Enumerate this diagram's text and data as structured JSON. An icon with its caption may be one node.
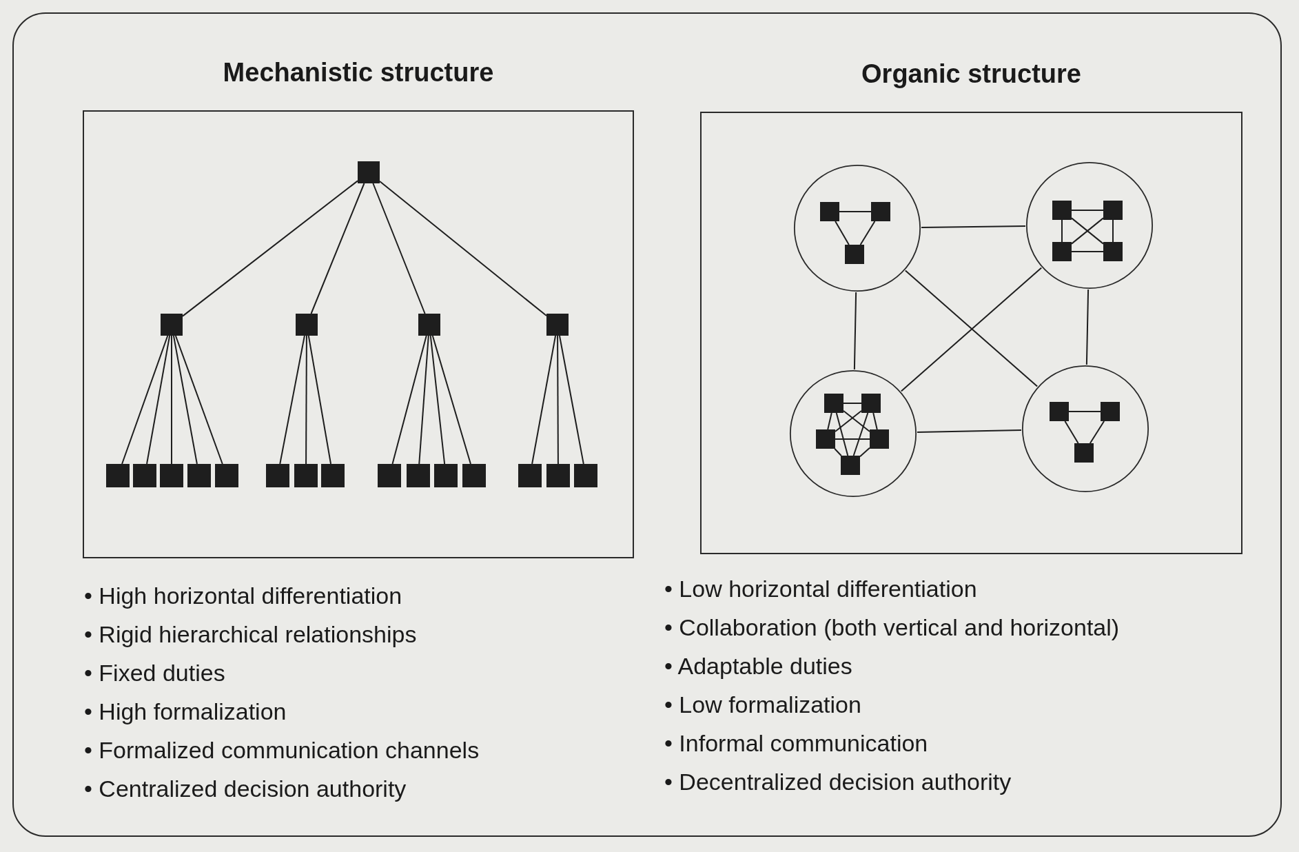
{
  "diagram": {
    "nodes": [
      {
        "text": [
          "Mechanistic structure"
        ],
        "beside": [
          "• High horizontal differentiation",
          "• Rigid hierarchical relationships",
          "• Fixed duties",
          "• High formalization",
          "• Formalized communication channels",
          "• Centralized decision authority"
        ]
      },
      {
        "text": [],
        "shape": "box",
        "in": 0
      },
      {
        "text": [],
        "shape": "box",
        "in": 0
      },
      {
        "text": [],
        "shape": "box",
        "in": 0
      },
      {
        "text": [],
        "shape": "box",
        "in": 0
      },
      {
        "text": [],
        "shape": "box",
        "in": 0
      },
      {
        "text": [],
        "shape": "box",
        "in": 0
      },
      {
        "text": [],
        "shape": "box",
        "in": 0
      },
      {
        "text": [],
        "shape": "box",
        "in": 0
      },
      {
        "text": [],
        "shape": "box",
        "in": 0
      },
      {
        "text": [],
        "shape": "box",
        "in": 0
      },
      {
        "text": [],
        "shape": "box",
        "in": 0
      },
      {
        "text": [],
        "shape": "box",
        "in": 0
      },
      {
        "text": [],
        "shape": "box",
        "in": 0
      },
      {
        "text": [],
        "shape": "box",
        "in": 0
      },
      {
        "text": [],
        "shape": "box",
        "in": 0
      },
      {
        "text": [],
        "shape": "box",
        "in": 0
      },
      {
        "text": [],
        "shape": "box",
        "in": 0
      },
      {
        "text": [],
        "shape": "box",
        "in": 0
      },
      {
        "text": [],
        "shape": "box",
        "in": 0
      },
      {
        "text": [],
        "shape": "box",
        "in": 0
      },
      {
        "text": [
          "Organic structure"
        ],
        "beside": [
          "• Low horizontal differentiation",
          "• Collaboration (both vertical and horizontal)",
          "• Adaptable duties",
          "• Low formalization",
          "• Informal communication",
          "• Decentralized decision authority"
        ]
      },
      {
        "text": [],
        "shape": "circle",
        "in": 21
      },
      {
        "text": [],
        "shape": "box",
        "in": 22
      },
      {
        "text": [],
        "shape": "box",
        "in": 22
      },
      {
        "text": [],
        "shape": "box",
        "in": 22
      },
      {
        "text": [],
        "shape": "circle",
        "in": 21
      },
      {
        "text": [],
        "shape": "box",
        "in": 26
      },
      {
        "text": [],
        "shape": "box",
        "in": 26
      },
      {
        "text": [],
        "shape": "box",
        "in": 26
      },
      {
        "text": [],
        "shape": "box",
        "in": 26
      },
      {
        "text": [],
        "shape": "circle",
        "in": 21
      },
      {
        "text": [],
        "shape": "box",
        "in": 31
      },
      {
        "text": [],
        "shape": "box",
        "in": 31
      },
      {
        "text": [],
        "shape": "box",
        "in": 31
      },
      {
        "text": [],
        "shape": "box",
        "in": 31
      },
      {
        "text": [],
        "shape": "box",
        "in": 31
      },
      {
        "text": [],
        "shape": "circle",
        "in": 21
      },
      {
        "text": [],
        "shape": "box",
        "in": 37
      },
      {
        "text": [],
        "shape": "box",
        "in": 37
      },
      {
        "text": [],
        "shape": "box",
        "in": 37
      }
    ],
    "edges": [
      {
        "from": 1,
        "to": 2,
        "arrow": "none"
      },
      {
        "from": 1,
        "to": 3,
        "arrow": "none"
      },
      {
        "from": 1,
        "to": 4,
        "arrow": "none"
      },
      {
        "from": 1,
        "to": 5,
        "arrow": "none"
      },
      {
        "from": 2,
        "to": 6,
        "arrow": "none"
      },
      {
        "from": 2,
        "to": 7,
        "arrow": "none"
      },
      {
        "from": 2,
        "to": 8,
        "arrow": "none"
      },
      {
        "from": 2,
        "to": 9,
        "arrow": "none"
      },
      {
        "from": 2,
        "to": 10,
        "arrow": "none"
      },
      {
        "from": 3,
        "to": 11,
        "arrow": "none"
      },
      {
        "from": 3,
        "to": 12,
        "arrow": "none"
      },
      {
        "from": 3,
        "to": 13,
        "arrow": "none"
      },
      {
        "from": 4,
        "to": 14,
        "arrow": "none"
      },
      {
        "from": 4,
        "to": 15,
        "arrow": "none"
      },
      {
        "from": 4,
        "to": 16,
        "arrow": "none"
      },
      {
        "from": 4,
        "to": 17,
        "arrow": "none"
      },
      {
        "from": 5,
        "to": 18,
        "arrow": "none"
      },
      {
        "from": 5,
        "to": 19,
        "arrow": "none"
      },
      {
        "from": 5,
        "to": 20,
        "arrow": "none"
      },
      {
        "from": 23,
        "to": 24,
        "arrow": "none"
      },
      {
        "from": 23,
        "to": 25,
        "arrow": "none"
      },
      {
        "from": 24,
        "to": 25,
        "arrow": "none"
      },
      {
        "from": 27,
        "to": 28,
        "arrow": "none"
      },
      {
        "from": 27,
        "to": 29,
        "arrow": "none"
      },
      {
        "from": 27,
        "to": 30,
        "arrow": "none"
      },
      {
        "from": 28,
        "to": 29,
        "arrow": "none"
      },
      {
        "from": 28,
        "to": 30,
        "arrow": "none"
      },
      {
        "from": 29,
        "to": 30,
        "arrow": "none"
      },
      {
        "from": 32,
        "to": 33,
        "arrow": "none"
      },
      {
        "from": 32,
        "to": 34,
        "arrow": "none"
      },
      {
        "from": 32,
        "to": 35,
        "arrow": "none"
      },
      {
        "from": 32,
        "to": 36,
        "arrow": "none"
      },
      {
        "from": 33,
        "to": 34,
        "arrow": "none"
      },
      {
        "from": 33,
        "to": 35,
        "arrow": "none"
      },
      {
        "from": 33,
        "to": 36,
        "arrow": "none"
      },
      {
        "from": 34,
        "to": 35,
        "arrow": "none"
      },
      {
        "from": 34,
        "to": 36,
        "arrow": "none"
      },
      {
        "from": 35,
        "to": 36,
        "arrow": "none"
      },
      {
        "from": 38,
        "to": 39,
        "arrow": "none"
      },
      {
        "from": 38,
        "to": 40,
        "arrow": "none"
      },
      {
        "from": 39,
        "to": 40,
        "arrow": "none"
      },
      {
        "from": 22,
        "to": 26,
        "arrow": "none"
      },
      {
        "from": 22,
        "to": 31,
        "arrow": "none"
      },
      {
        "from": 26,
        "to": 37,
        "arrow": "none"
      },
      {
        "from": 31,
        "to": 37,
        "arrow": "none"
      },
      {
        "from": 22,
        "to": 37,
        "arrow": "none"
      },
      {
        "from": 26,
        "to": 31,
        "arrow": "none"
      }
    ]
  }
}
